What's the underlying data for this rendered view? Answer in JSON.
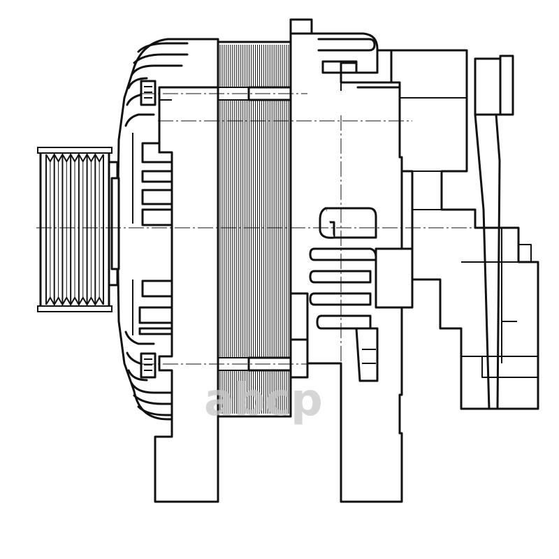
{
  "drawing": {
    "subject": "alternator",
    "line_color": "#111111",
    "background_color": "#ffffff",
    "pulley_grooves": 7,
    "stator_fins": 34
  },
  "watermark": {
    "text": "abcp",
    "color": "#c8c8c8"
  }
}
